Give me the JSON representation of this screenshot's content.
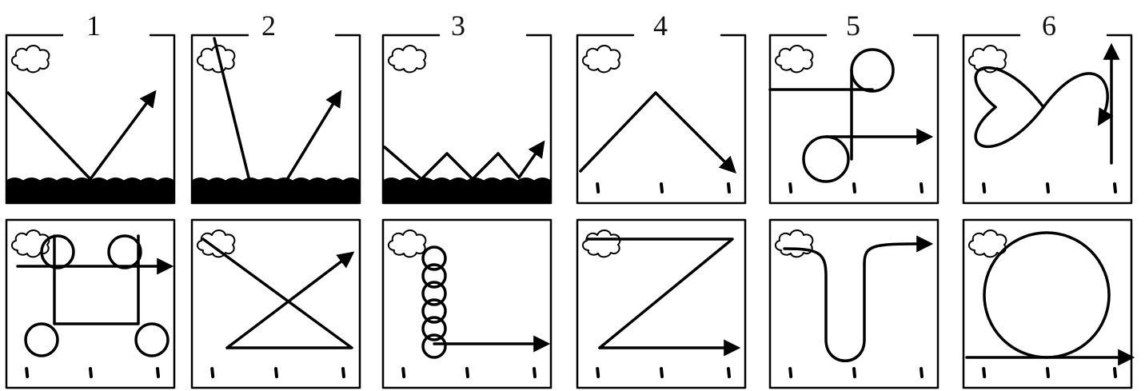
{
  "columns": [
    {
      "label": "1"
    },
    {
      "label": "2"
    },
    {
      "label": "3"
    },
    {
      "label": "4"
    },
    {
      "label": "5"
    },
    {
      "label": "6"
    }
  ],
  "panels": [
    {
      "row": 1,
      "col": 1,
      "icon": "cloud-icon",
      "ground": "wavy-ground",
      "path": "v-bounce-arrow"
    },
    {
      "row": 1,
      "col": 2,
      "icon": "cloud-icon",
      "ground": "wavy-ground",
      "path": "steep-bounce-arrow"
    },
    {
      "row": 1,
      "col": 3,
      "icon": "cloud-icon",
      "ground": "wavy-ground",
      "path": "multi-bounce-arrow"
    },
    {
      "row": 1,
      "col": 4,
      "icon": "cloud-icon",
      "ground": "tick-marks",
      "path": "peak-arrow"
    },
    {
      "row": 1,
      "col": 5,
      "icon": "cloud-icon",
      "ground": "tick-marks",
      "path": "loop-zigzag-arrow"
    },
    {
      "row": 1,
      "col": 6,
      "icon": "cloud-icon",
      "ground": "tick-marks",
      "path": "figure-eight-up-arrow"
    },
    {
      "row": 2,
      "col": 1,
      "icon": "cloud-icon",
      "ground": "tick-marks",
      "path": "four-loop-arrow"
    },
    {
      "row": 2,
      "col": 2,
      "icon": "cloud-icon",
      "ground": "tick-marks",
      "path": "cross-triangle-arrow"
    },
    {
      "row": 2,
      "col": 3,
      "icon": "cloud-icon",
      "ground": "tick-marks",
      "path": "spiral-down-arrow"
    },
    {
      "row": 2,
      "col": 4,
      "icon": "cloud-icon",
      "ground": "tick-marks",
      "path": "z-arrow"
    },
    {
      "row": 2,
      "col": 5,
      "icon": "cloud-icon",
      "ground": "tick-marks",
      "path": "u-turn-arrow"
    },
    {
      "row": 2,
      "col": 6,
      "icon": "cloud-icon",
      "ground": "tick-marks",
      "path": "big-loop-arrow"
    }
  ],
  "colors": {
    "ink": "#000000",
    "paper": "#ffffff"
  }
}
